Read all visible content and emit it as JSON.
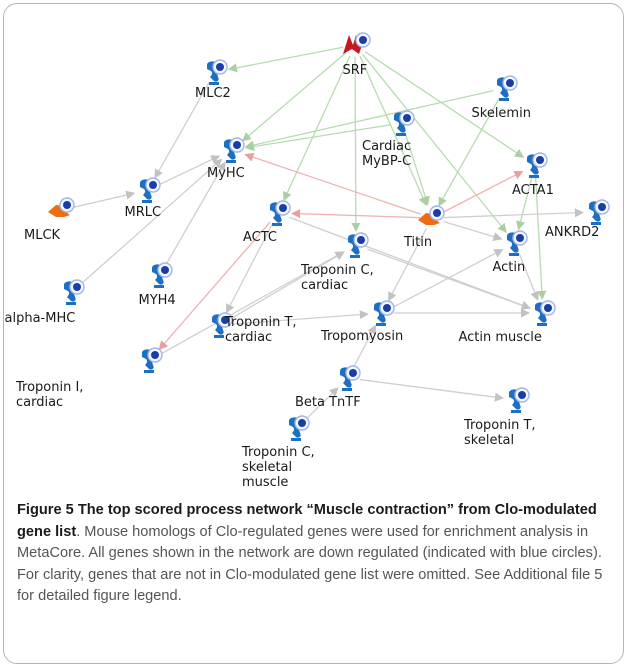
{
  "figure": {
    "caption_bold": "Figure 5 The top scored process network “Muscle contraction” from Clo-modulated gene list",
    "caption_rest": ". Mouse homologs of Clo-regulated genes were used for enrichment analysis in MetaCore. All genes shown in the network are down regulated (indicated with blue circles). For clarity, genes that are not in Clo-modulated gene list were omitted. See Additional file 5 for detailed figure legend."
  },
  "colors": {
    "gene_icon": "#1d6fc4",
    "down_regulated_circle": "#1a3da8",
    "transcription_factor": "#c7161d",
    "kinase": "#ef6c12",
    "edge_activation": "#b7dbb0",
    "edge_inhibition": "#efb2b2",
    "edge_unspecified": "#cfcfcf"
  },
  "nodes": [
    {
      "id": "SRF",
      "label": "SRF",
      "icon": "transcription-factor-icon"
    },
    {
      "id": "MLC2",
      "label": "MLC2",
      "icon": "gene-icon"
    },
    {
      "id": "Skelemin",
      "label": "Skelemin",
      "icon": "gene-icon"
    },
    {
      "id": "CardiacMyBPC",
      "label": "Cardiac\nMyBP-C",
      "icon": "gene-icon"
    },
    {
      "id": "MyHC",
      "label": "MyHC",
      "icon": "gene-icon"
    },
    {
      "id": "ACTA1",
      "label": "ACTA1",
      "icon": "gene-icon"
    },
    {
      "id": "MRLC",
      "label": "MRLC",
      "icon": "gene-icon"
    },
    {
      "id": "MLCK",
      "label": "MLCK",
      "icon": "kinase-icon"
    },
    {
      "id": "ACTC",
      "label": "ACTC",
      "icon": "gene-icon"
    },
    {
      "id": "Titin",
      "label": "Titin",
      "icon": "kinase-icon"
    },
    {
      "id": "ANKRD2",
      "label": "ANKRD2",
      "icon": "gene-icon"
    },
    {
      "id": "TroponinCcardiac",
      "label": "Troponin C,\ncardiac",
      "icon": "gene-icon"
    },
    {
      "id": "Actin",
      "label": "Actin",
      "icon": "gene-icon"
    },
    {
      "id": "alphaMHC",
      "label": "alpha-MHC",
      "icon": "gene-icon"
    },
    {
      "id": "MYH4",
      "label": "MYH4",
      "icon": "gene-icon"
    },
    {
      "id": "Tropomyosin",
      "label": "Tropomyosin",
      "icon": "gene-icon"
    },
    {
      "id": "ActinMuscle",
      "label": "Actin muscle",
      "icon": "gene-icon"
    },
    {
      "id": "TroponinTcardiac",
      "label": "Troponin T,\ncardiac",
      "icon": "gene-icon"
    },
    {
      "id": "TroponinIcardiac",
      "label": "Troponin I,\ncardiac",
      "icon": "gene-icon"
    },
    {
      "id": "BetaTnTF",
      "label": "Beta TnTF",
      "icon": "gene-icon"
    },
    {
      "id": "TroponinTskeletal",
      "label": "Troponin T,\nskeletal",
      "icon": "gene-icon"
    },
    {
      "id": "TroponinCskeletal",
      "label": "Troponin C,\nskeletal\nmuscle",
      "icon": "gene-icon"
    }
  ],
  "edges": [
    {
      "from": "SRF",
      "to": "MLC2",
      "type": "activation"
    },
    {
      "from": "SRF",
      "to": "MyHC",
      "type": "activation"
    },
    {
      "from": "SRF",
      "to": "Titin",
      "type": "activation"
    },
    {
      "from": "SRF",
      "to": "ACTA1",
      "type": "activation"
    },
    {
      "from": "SRF",
      "to": "Actin",
      "type": "activation"
    },
    {
      "from": "SRF",
      "to": "ACTC",
      "type": "activation"
    },
    {
      "from": "SRF",
      "to": "TroponinCcardiac",
      "type": "activation"
    },
    {
      "from": "Skelemin",
      "to": "MyHC",
      "type": "activation"
    },
    {
      "from": "Skelemin",
      "to": "Titin",
      "type": "activation"
    },
    {
      "from": "CardiacMyBPC",
      "to": "MyHC",
      "type": "activation"
    },
    {
      "from": "CardiacMyBPC",
      "to": "Titin",
      "type": "activation"
    },
    {
      "from": "ACTA1",
      "to": "Actin",
      "type": "activation"
    },
    {
      "from": "ACTA1",
      "to": "ActinMuscle",
      "type": "activation"
    },
    {
      "from": "Titin",
      "to": "MyHC",
      "type": "inhibition"
    },
    {
      "from": "Titin",
      "to": "ACTC",
      "type": "inhibition"
    },
    {
      "from": "Titin",
      "to": "ACTA1",
      "type": "inhibition"
    },
    {
      "from": "Titin",
      "to": "ANKRD2",
      "type": "unspecified"
    },
    {
      "from": "Titin",
      "to": "Actin",
      "type": "unspecified"
    },
    {
      "from": "Titin",
      "to": "Tropomyosin",
      "type": "unspecified"
    },
    {
      "from": "MLC2",
      "to": "MRLC",
      "type": "unspecified"
    },
    {
      "from": "MRLC",
      "to": "MyHC",
      "type": "unspecified"
    },
    {
      "from": "MLCK",
      "to": "MRLC",
      "type": "unspecified"
    },
    {
      "from": "alphaMHC",
      "to": "MyHC",
      "type": "unspecified"
    },
    {
      "from": "MYH4",
      "to": "MyHC",
      "type": "unspecified"
    },
    {
      "from": "ACTC",
      "to": "ActinMuscle",
      "type": "unspecified"
    },
    {
      "from": "ACTC",
      "to": "TroponinTcardiac",
      "type": "unspecified"
    },
    {
      "from": "ACTC",
      "to": "TroponinIcardiac",
      "type": "inhibition"
    },
    {
      "from": "TroponinCcardiac",
      "to": "ActinMuscle",
      "type": "unspecified"
    },
    {
      "from": "TroponinTcardiac",
      "to": "TroponinCcardiac",
      "type": "unspecified"
    },
    {
      "from": "TroponinTcardiac",
      "to": "Tropomyosin",
      "type": "unspecified"
    },
    {
      "from": "TroponinIcardiac",
      "to": "TroponinCcardiac",
      "type": "unspecified"
    },
    {
      "from": "Tropomyosin",
      "to": "Actin",
      "type": "unspecified"
    },
    {
      "from": "Tropomyosin",
      "to": "ActinMuscle",
      "type": "unspecified"
    },
    {
      "from": "Actin",
      "to": "ActinMuscle",
      "type": "unspecified"
    },
    {
      "from": "BetaTnTF",
      "to": "Tropomyosin",
      "type": "unspecified"
    },
    {
      "from": "BetaTnTF",
      "to": "TroponinTskeletal",
      "type": "unspecified"
    },
    {
      "from": "TroponinCskeletal",
      "to": "BetaTnTF",
      "type": "unspecified"
    }
  ]
}
